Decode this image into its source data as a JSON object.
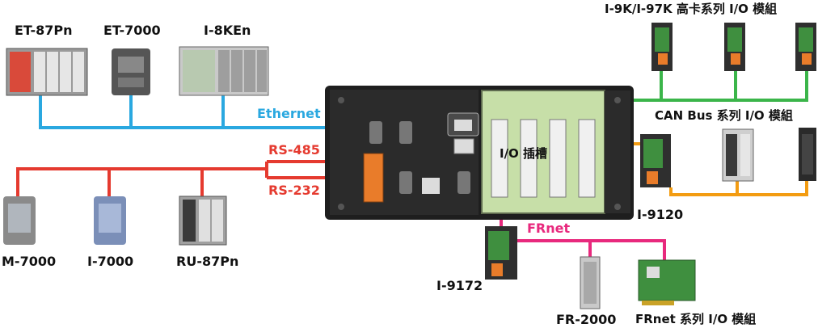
{
  "title": "",
  "networks": {
    "ethernet": {
      "label": "Ethernet",
      "color": "#2aa8e0"
    },
    "rs485": {
      "label": "RS-485",
      "color": "#e53a2f"
    },
    "rs232": {
      "label": "RS-232",
      "color": "#e53a2f"
    },
    "frnet": {
      "label": "FRnet",
      "color": "#e8297d"
    },
    "can": {
      "color": "#f39c12"
    },
    "i9k": {
      "color": "#3bb54a"
    }
  },
  "controller": {
    "slot_label": "I/O 插槽"
  },
  "devices": {
    "et87pn": "ET-87Pn",
    "et7000": "ET-7000",
    "i8ken": "I-8KEn",
    "m7000": "M-7000",
    "i7000": "I-7000",
    "ru87pn": "RU-87Pn",
    "i9k_io": "I-9K/I-97K 高卡系列 I/O 模組",
    "can_io": "CAN Bus 系列 I/O 模組",
    "i9120": "I-9120",
    "i9172": "I-9172",
    "fr2000": "FR-2000",
    "frnet_io": "FRnet 系列 I/O 模組"
  }
}
